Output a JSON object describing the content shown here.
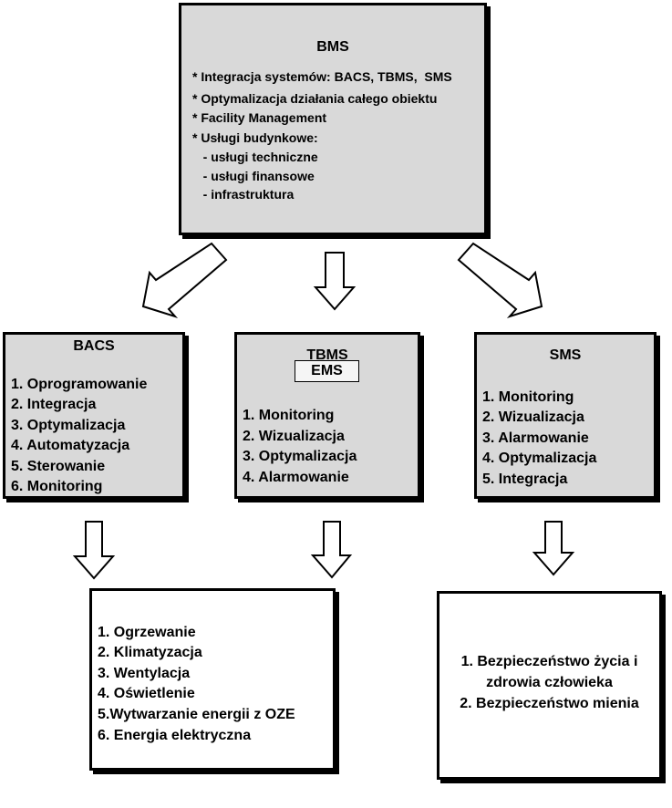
{
  "bms": {
    "title": "BMS",
    "lines": [
      "* Integracja systemów: BACS, TBMS,  SMS",
      "* Optymalizacja działania całego obiektu",
      "* Facility Management",
      "* Usługi budynkowe:",
      "   - usługi techniczne",
      "   - usługi finansowe",
      "   - infrastruktura"
    ]
  },
  "bacs": {
    "title": "BACS",
    "items": [
      "1. Oprogramowanie",
      "2. Integracja",
      "3. Optymalizacja",
      "4. Automatyzacja",
      "5. Sterowanie",
      "6. Monitoring"
    ]
  },
  "tbms": {
    "title": "TBMS",
    "sub": "EMS",
    "items": [
      "1. Monitoring",
      "2. Wizualizacja",
      "3. Optymalizacja",
      "4. Alarmowanie"
    ]
  },
  "sms": {
    "title": "SMS",
    "items": [
      "1. Monitoring",
      "2. Wizualizacja",
      "3. Alarmowanie",
      "4. Optymalizacja",
      "5. Integracja"
    ]
  },
  "media": {
    "items": [
      "1. Ogrzewanie",
      "2. Klimatyzacja",
      "3. Wentylacja",
      "4. Oświetlenie",
      "5.Wytwarzanie energii z OZE",
      "6. Energia elektryczna"
    ]
  },
  "safety": {
    "items": [
      "1. Bezpieczeństwo życia i",
      "zdrowia człowieka",
      "2. Bezpieczeństwo mienia"
    ]
  },
  "colors": {
    "box_fill": "#d9d9d9",
    "border": "#000000"
  }
}
